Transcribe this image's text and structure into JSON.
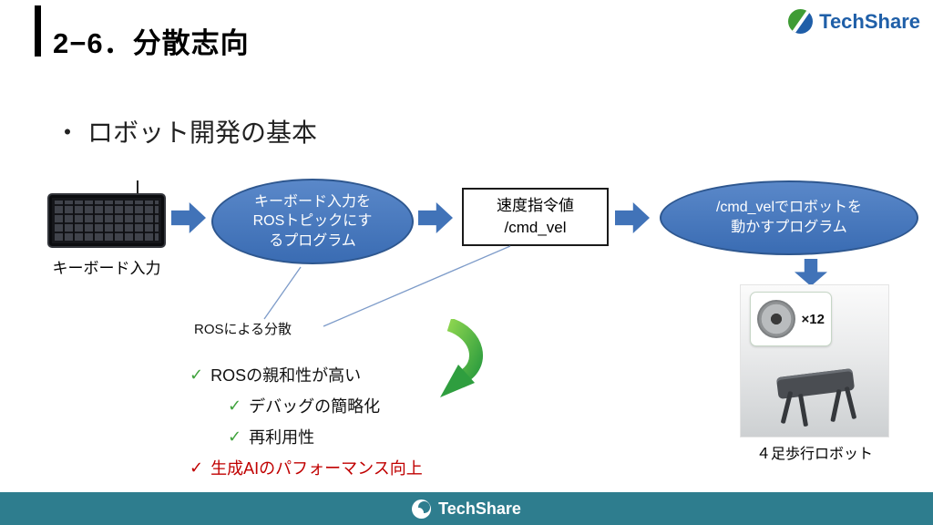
{
  "colors": {
    "accent_blue": "#4173B8",
    "footer_teal": "#2E7D8E",
    "alert_red": "#C00000",
    "check_green": "#3FA23C",
    "logo_blue": "#1F5FA8",
    "logo_green": "#3F9C35"
  },
  "header": {
    "title": "2−6．分散志向",
    "logo_text": "TechShare"
  },
  "body": {
    "bullet_glyph": "・",
    "bullet_text": "ロボット開発の基本"
  },
  "flow": {
    "keyboard_label": "キーボード入力",
    "ellipse1_text": "キーボード入力を\nROSトピックにす\nるプログラム",
    "rect_text": "速度指令値\n/cmd_vel",
    "ellipse2_text": "/cmd_velでロボットを\n動かすプログラム",
    "ros_label": "ROSによる分散",
    "motor_count_label": "×12",
    "robot_caption": "４足歩行ロボット"
  },
  "checklist": {
    "check_glyph": "✓",
    "items": [
      {
        "text": "ROSの親和性が高い"
      },
      {
        "text": "デバッグの簡略化"
      },
      {
        "text": "再利用性"
      },
      {
        "text": "生成AIのパフォーマンス向上"
      }
    ]
  },
  "footer": {
    "logo_text": "TechShare"
  }
}
